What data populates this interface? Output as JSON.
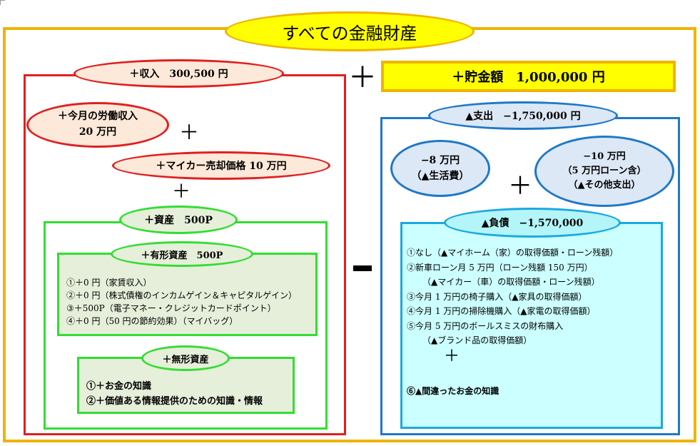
{
  "title": "すべての金融財産",
  "savings": "＋貯金額　1,000,000 円",
  "income": {
    "header": "＋収入　300,500 円",
    "labor_line1": "＋今月の労働収入",
    "labor_line2": "20 万円",
    "car_sale": "＋マイカー売却価格 10 万円",
    "assets": {
      "header": "＋資産　500P",
      "tangible": {
        "header": "＋有形資産　500P",
        "items": [
          "①＋0 円（家賃収入）",
          "②＋0 円（株式債権のインカムゲイン＆キャピタルゲイン）",
          "③＋500P（電子マネー・クレジットカードポイント）",
          "④＋0 円（50 円の節約効果）（マイバッグ）"
        ]
      },
      "intangible": {
        "header": "＋無形資産",
        "items": [
          "①＋お金の知識",
          "②＋価値ある情報提供のための知識・情報"
        ]
      }
    }
  },
  "expense": {
    "header": "▲支出　−1,750,000 円",
    "living_line1": "−8 万円",
    "living_line2": "（▲生活費）",
    "other_line1": "−10 万円",
    "other_line2": "（5 万円ローン含）",
    "other_line3": "（▲その他支出）",
    "liabilities": {
      "header": "▲負債　−1,570,000",
      "items": [
        "①なし（▲マイホーム（家）の取得価額・ローン残額）",
        "②新車ローン月 5 万円（ローン残額 150 万円）",
        "（▲マイカー（車）の取得価額・ローン残額）",
        "③今月 1 万円の椅子購入（▲家具の取得価額）",
        "④今月 1 万円の掃除機購入（▲家電の取得価額）",
        "⑤今月 5 万円のボールスミスの財布購入",
        "（▲ブランド品の取得価額）"
      ],
      "plus": "＋",
      "last_item": "⑥▲間違ったお金の知識"
    }
  },
  "signs": {
    "plus_top": "＋",
    "plus_income": "＋",
    "plus_income2": "＋",
    "plus_expense": "＋",
    "minus": "−"
  },
  "colors": {
    "outer_frame": "#f0b400",
    "title_fill": "#ffff00",
    "income_frame": "#e02020",
    "income_oval_fill": "#fde9d9",
    "assets_frame": "#33dd33",
    "assets_fill": "#e6efd9",
    "expense_frame": "#1f78c8",
    "expense_oval_fill": "#dce8f5",
    "liability_fill": "#ccffff",
    "liability_oval_fill": "#b3f5f8"
  }
}
